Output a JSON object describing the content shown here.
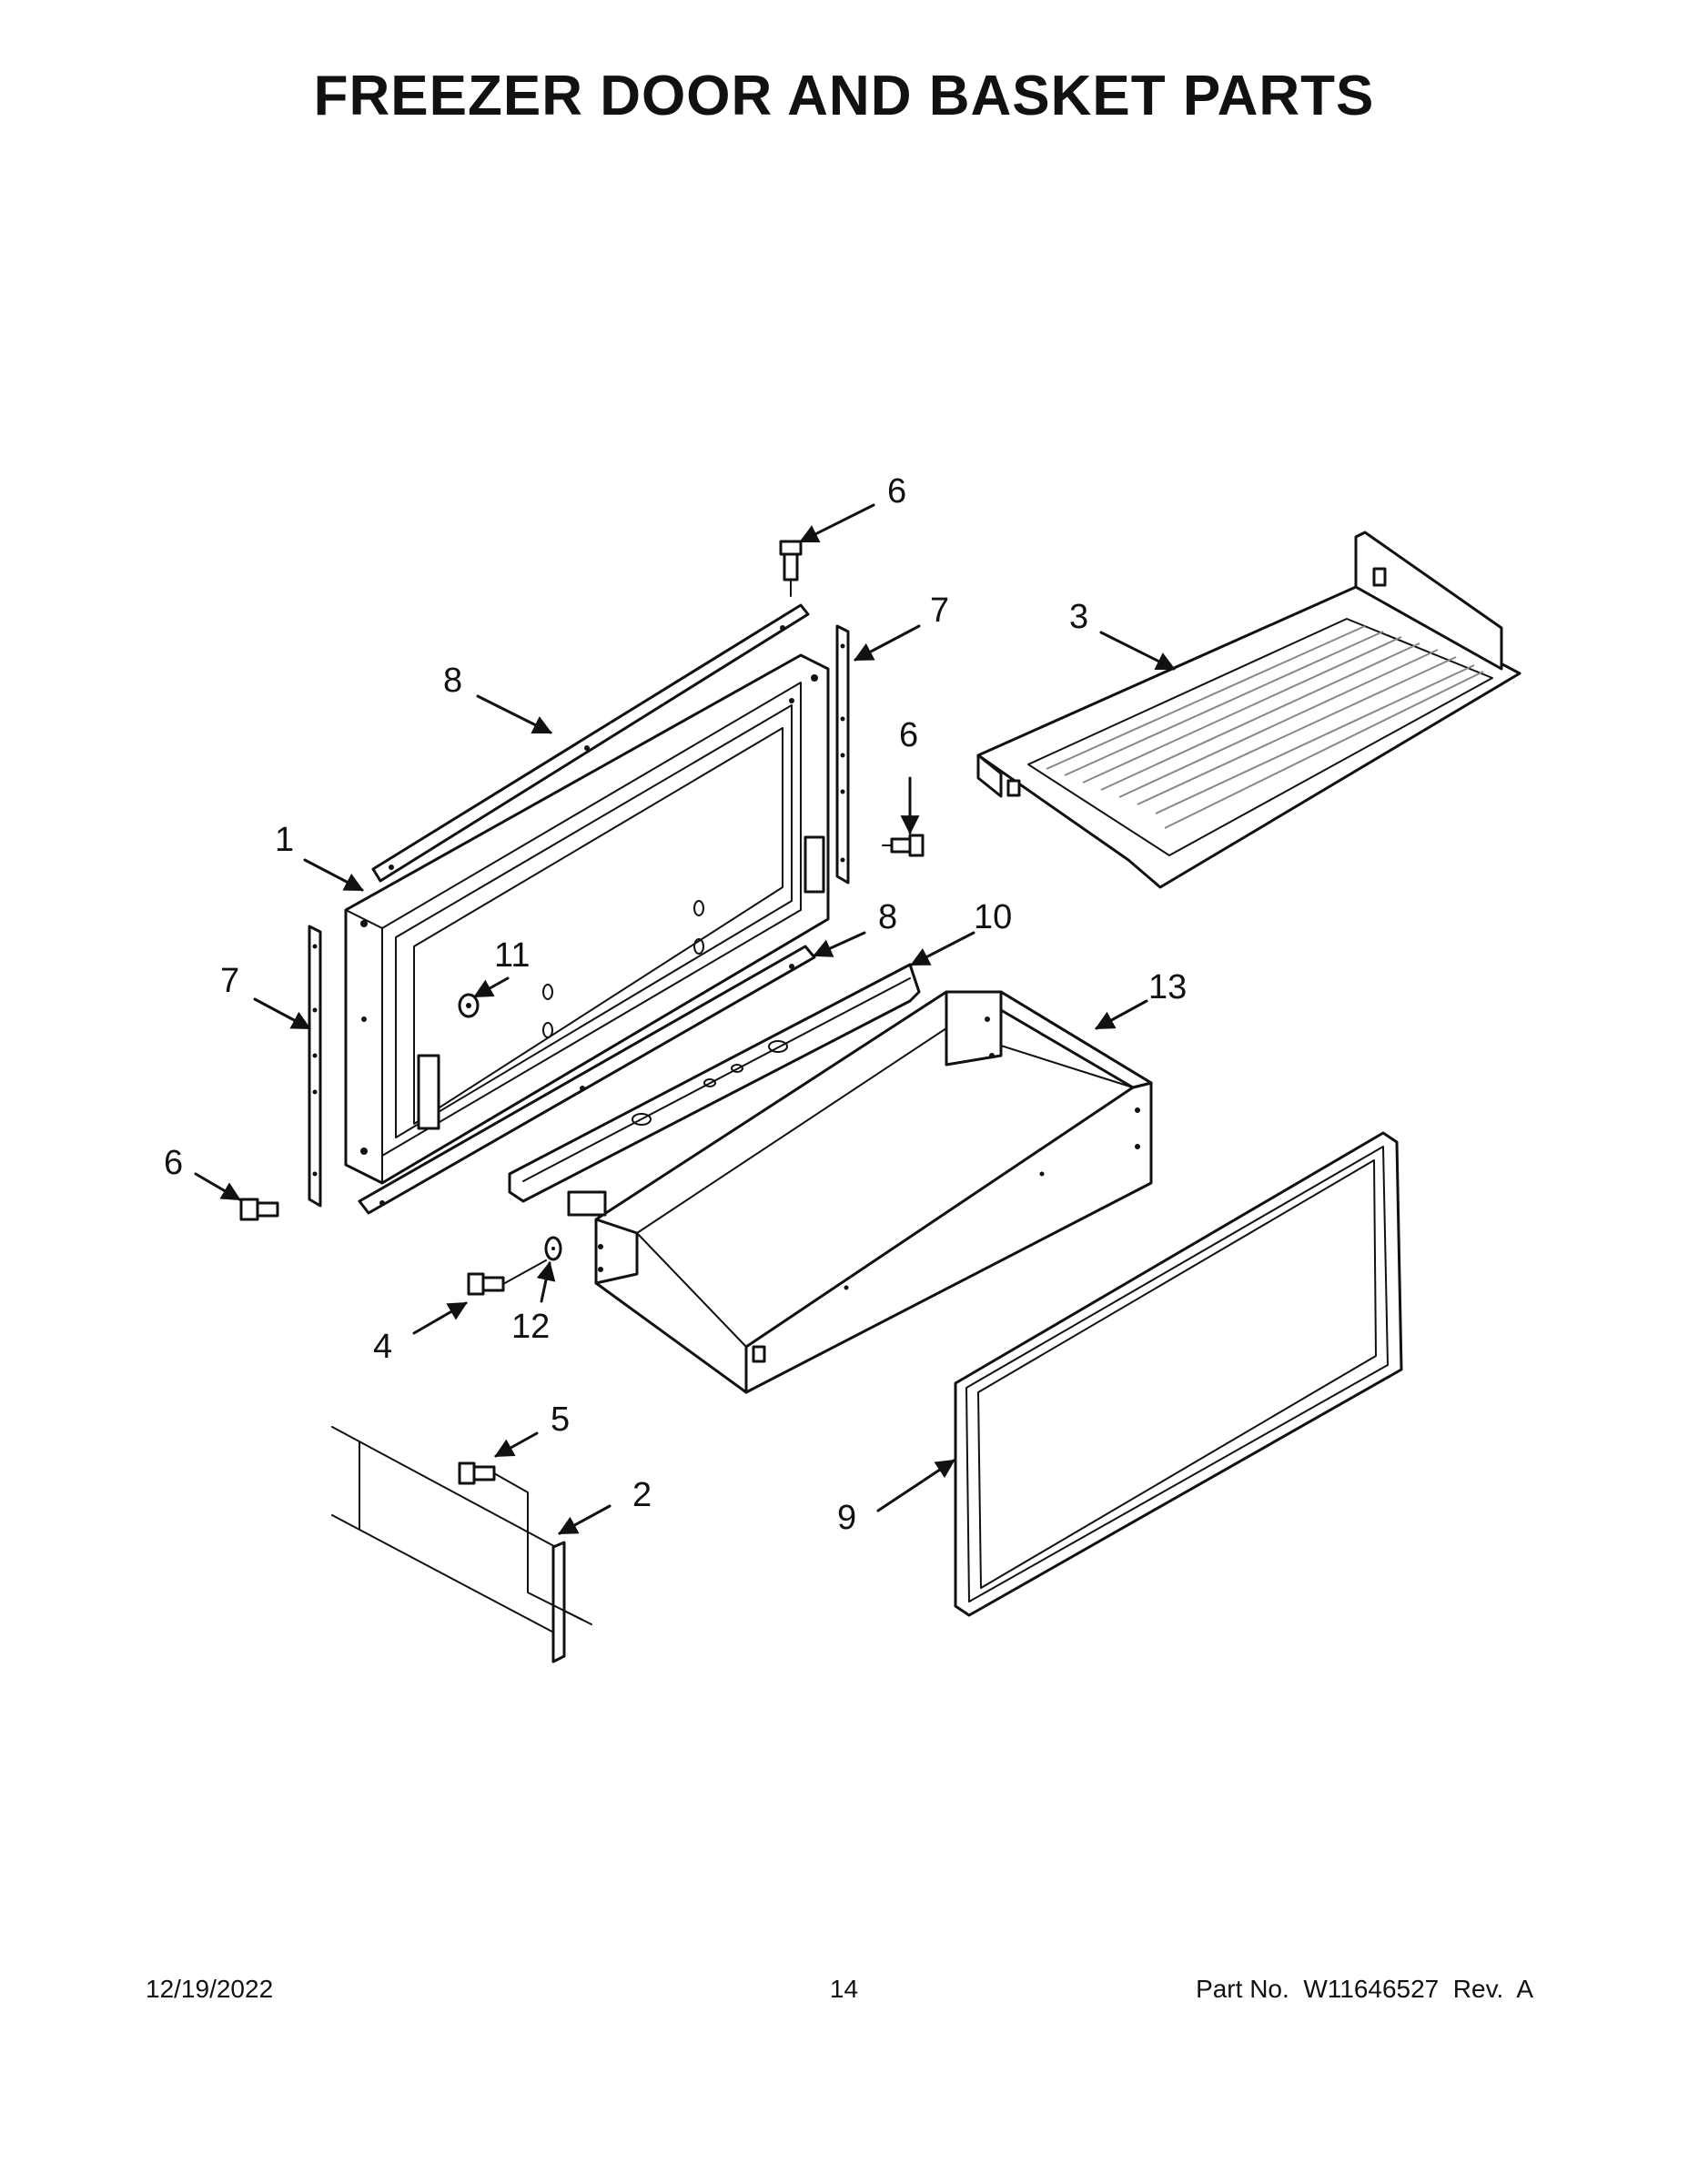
{
  "title": "FREEZER DOOR AND BASKET PARTS",
  "callouts": {
    "c1": "1",
    "c2": "2",
    "c3": "3",
    "c4": "4",
    "c5": "5",
    "c6a": "6",
    "c6b": "6",
    "c6c": "6",
    "c7a": "7",
    "c7b": "7",
    "c8a": "8",
    "c8b": "8",
    "c9": "9",
    "c10": "10",
    "c11": "11",
    "c12": "12",
    "c13": "13"
  },
  "footer": {
    "date": "12/19/2022",
    "page": "14",
    "part_no": "Part No.  W11646527  Rev.  A"
  }
}
